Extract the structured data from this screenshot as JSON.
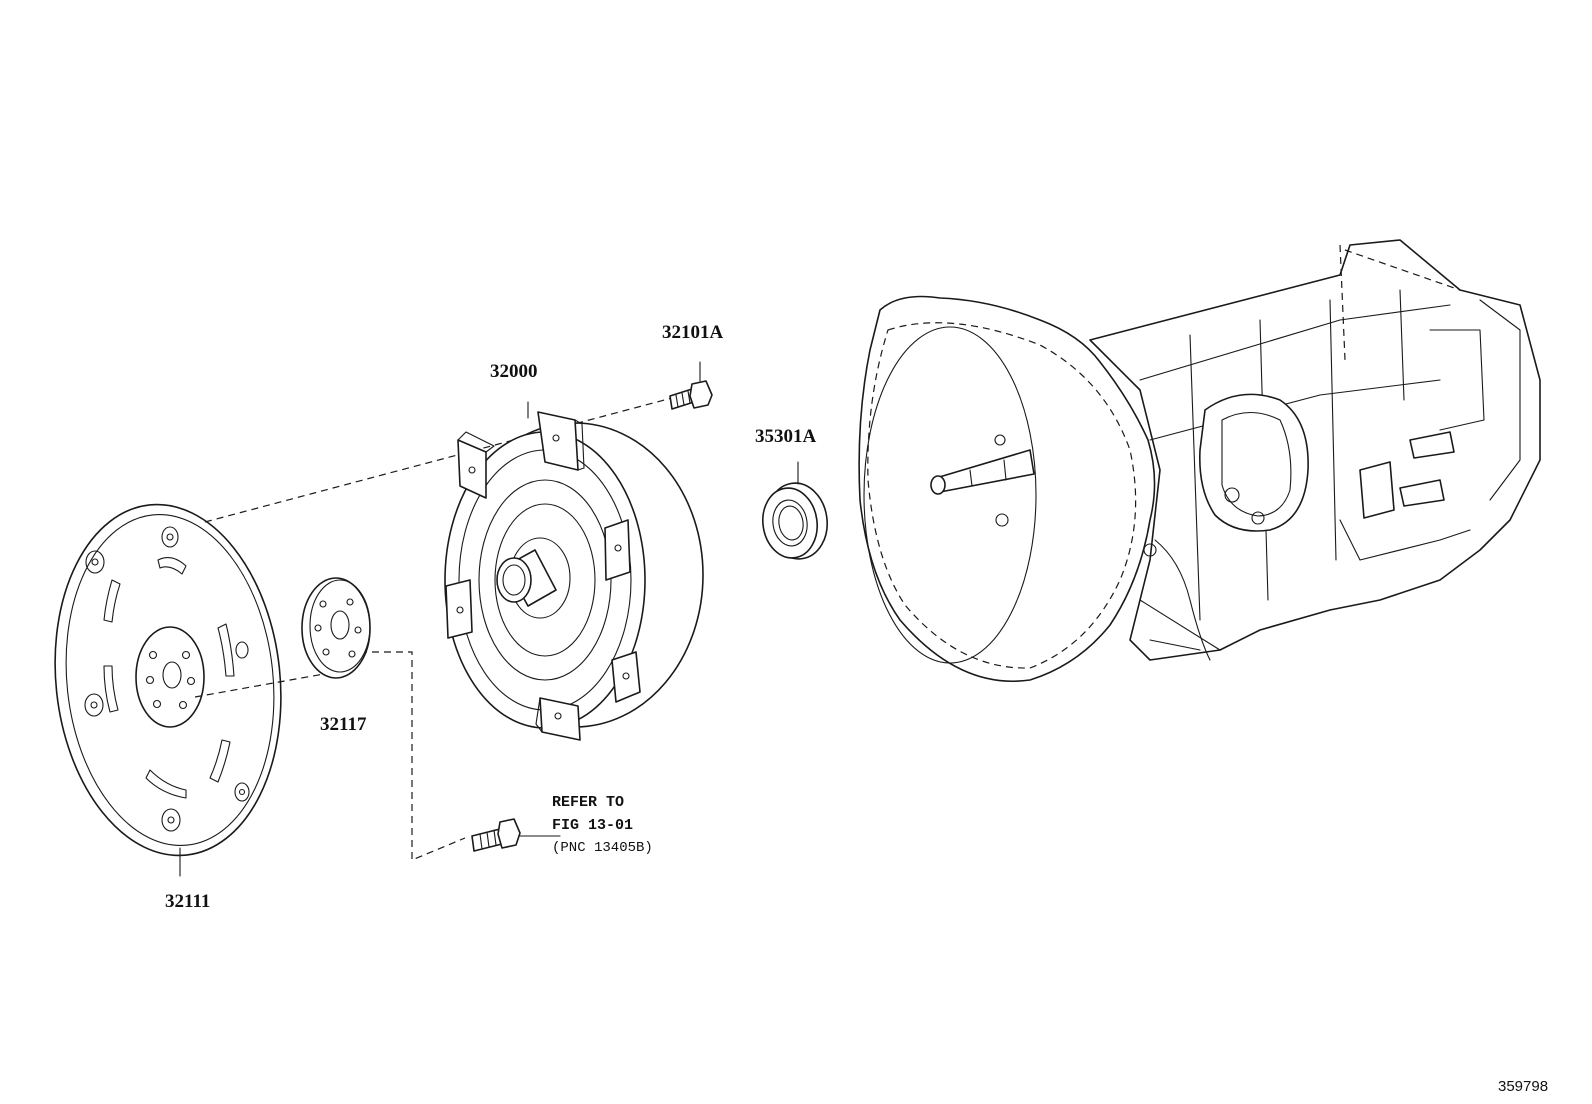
{
  "parts": {
    "drive_plate": "32111",
    "spacer": "32117",
    "torque_converter": "32000",
    "bolt": "32101A",
    "oil_seal": "35301A"
  },
  "reference": {
    "line1": "REFER TO",
    "line2": "FIG 13-01",
    "line3": "(PNC 13405B)"
  },
  "figure_id": "359798"
}
